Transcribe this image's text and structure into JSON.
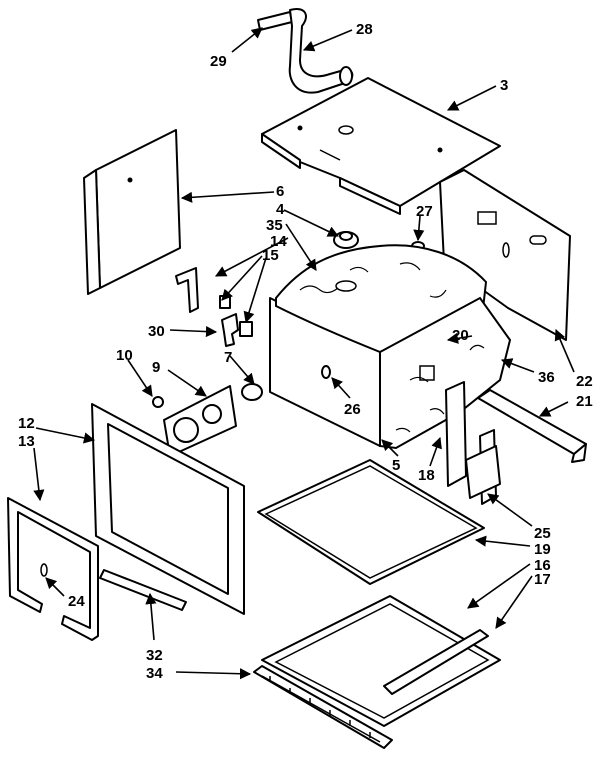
{
  "callouts": {
    "c29": "29",
    "c28": "28",
    "c3": "3",
    "c6": "6",
    "c4": "4",
    "c35": "35",
    "c14": "14",
    "c15": "15",
    "c27": "27",
    "c30": "30",
    "c7": "7",
    "c9": "9",
    "c10": "10",
    "c20": "20",
    "c36": "36",
    "c22": "22",
    "c21": "21",
    "c26": "26",
    "c5": "5",
    "c18": "18",
    "c12": "12",
    "c13": "13",
    "c24": "24",
    "c25": "25",
    "c19": "19",
    "c16": "16",
    "c17": "17",
    "c32": "32",
    "c34": "34"
  }
}
